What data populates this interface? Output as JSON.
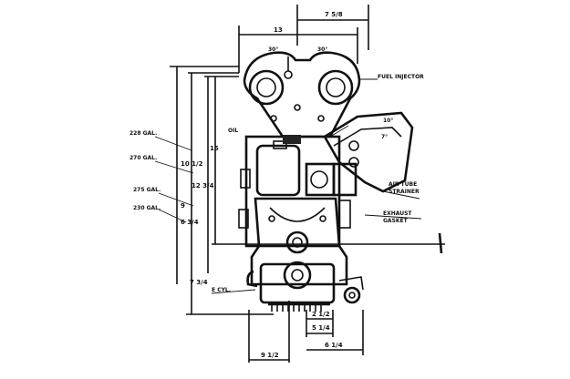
{
  "labels": {
    "fuel_injector": "FUEL INJECTOR",
    "gal_228": "228 GAL.",
    "gal_270": "270 GAL.",
    "gal_275": "275 GAL.",
    "gal_230": "230 GAL.",
    "air_tube": "AIR TUBE",
    "air_tube_2": "STRAINER",
    "exhaust": "EXHAUST",
    "exhaust_2": "GASKET",
    "e_cyl": "E CYL.",
    "oil": "OIL"
  },
  "dimensions": {
    "top_7_5": "7 5/8",
    "top_13": "13",
    "angle_left": "30°",
    "angle_right": "30°",
    "height_15": "15",
    "h_10": "10 1/2",
    "h_12": "12 3/4",
    "h_9": "9",
    "h_6": "6 3/4",
    "h_7": "7 3/4",
    "angle_10": "10°",
    "angle_7": "7°",
    "b_2": "2 1/2",
    "b_5": "5 1/4",
    "b_6": "6 1/4",
    "b_9": "9 1/2"
  }
}
